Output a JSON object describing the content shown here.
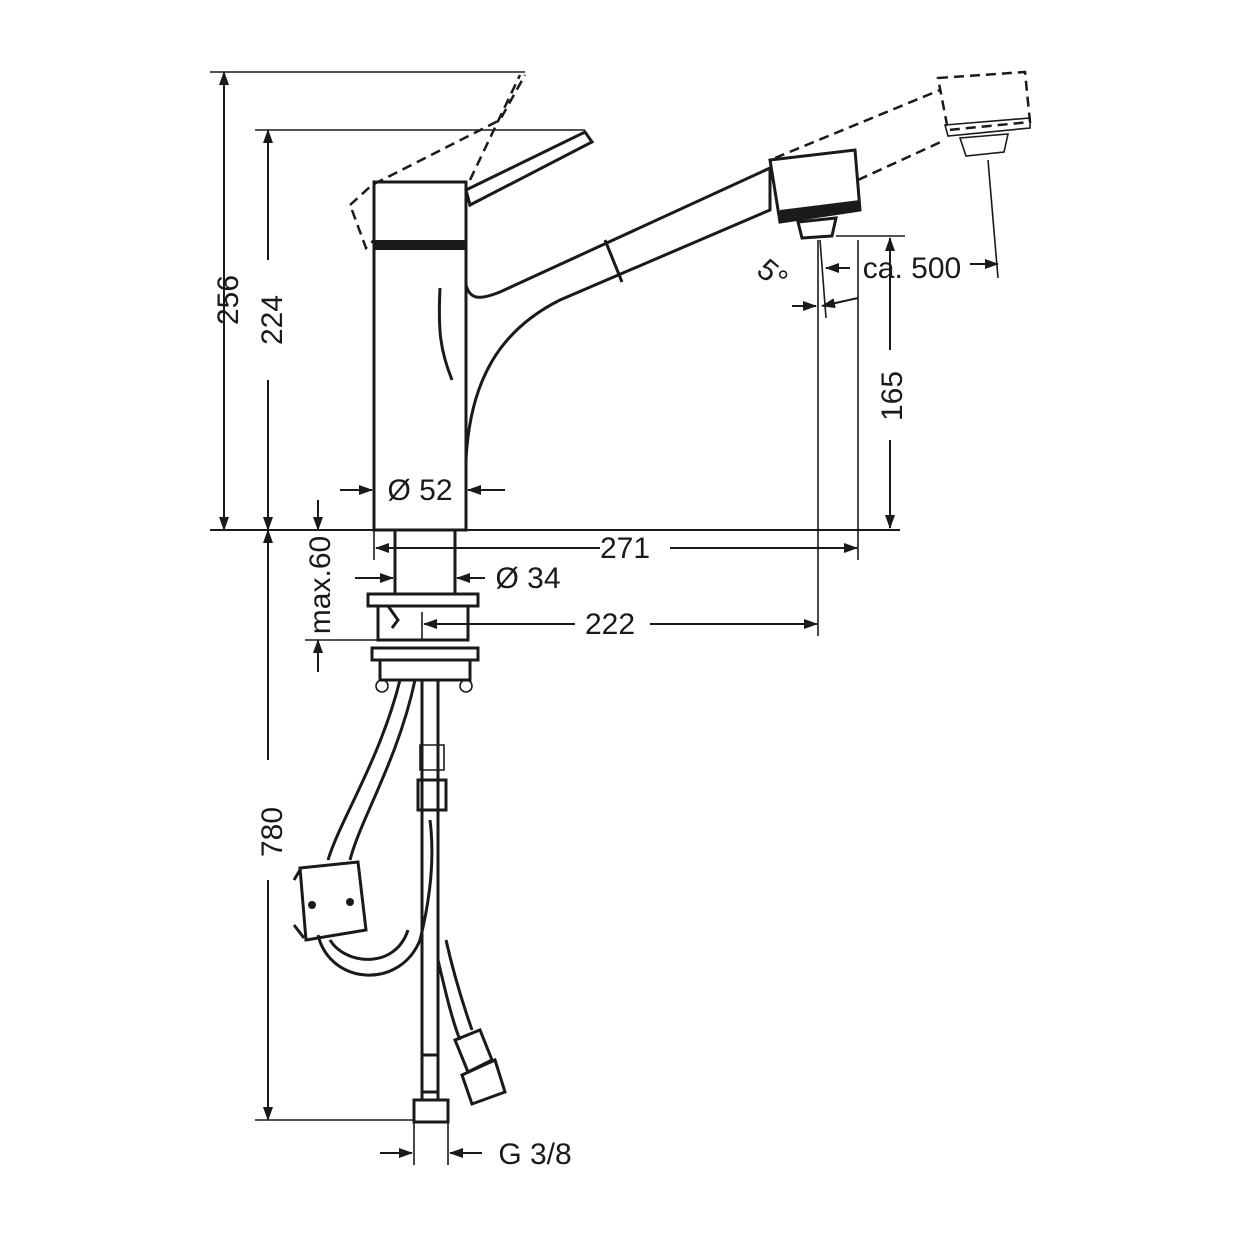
{
  "diagram": {
    "dimensions": {
      "overall_height": "256",
      "lever_height": "224",
      "base_diameter": "Ø 52",
      "spout_reach": "271",
      "spout_height": "165",
      "angle": "5°",
      "pullout_length": "ca. 500",
      "max_thickness": "max.60",
      "shank_diameter": "Ø 34",
      "shank_reach": "222",
      "hose_length": "780",
      "connection": "G 3/8"
    },
    "line_color": "#1a1a1a",
    "background": "#ffffff"
  }
}
